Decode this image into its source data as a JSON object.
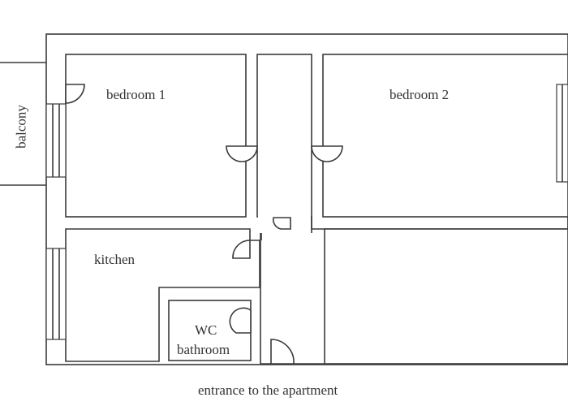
{
  "plan": {
    "rooms": {
      "balcony": "balcony",
      "bedroom1": "bedroom 1",
      "bedroom2": "bedroom 2",
      "kitchen": "kitchen",
      "wc": "WC",
      "bathroom": "bathroom"
    },
    "entrance": "entrance to the apartment"
  },
  "colors": {
    "line": "#3a3a3a",
    "background": "#ffffff"
  }
}
